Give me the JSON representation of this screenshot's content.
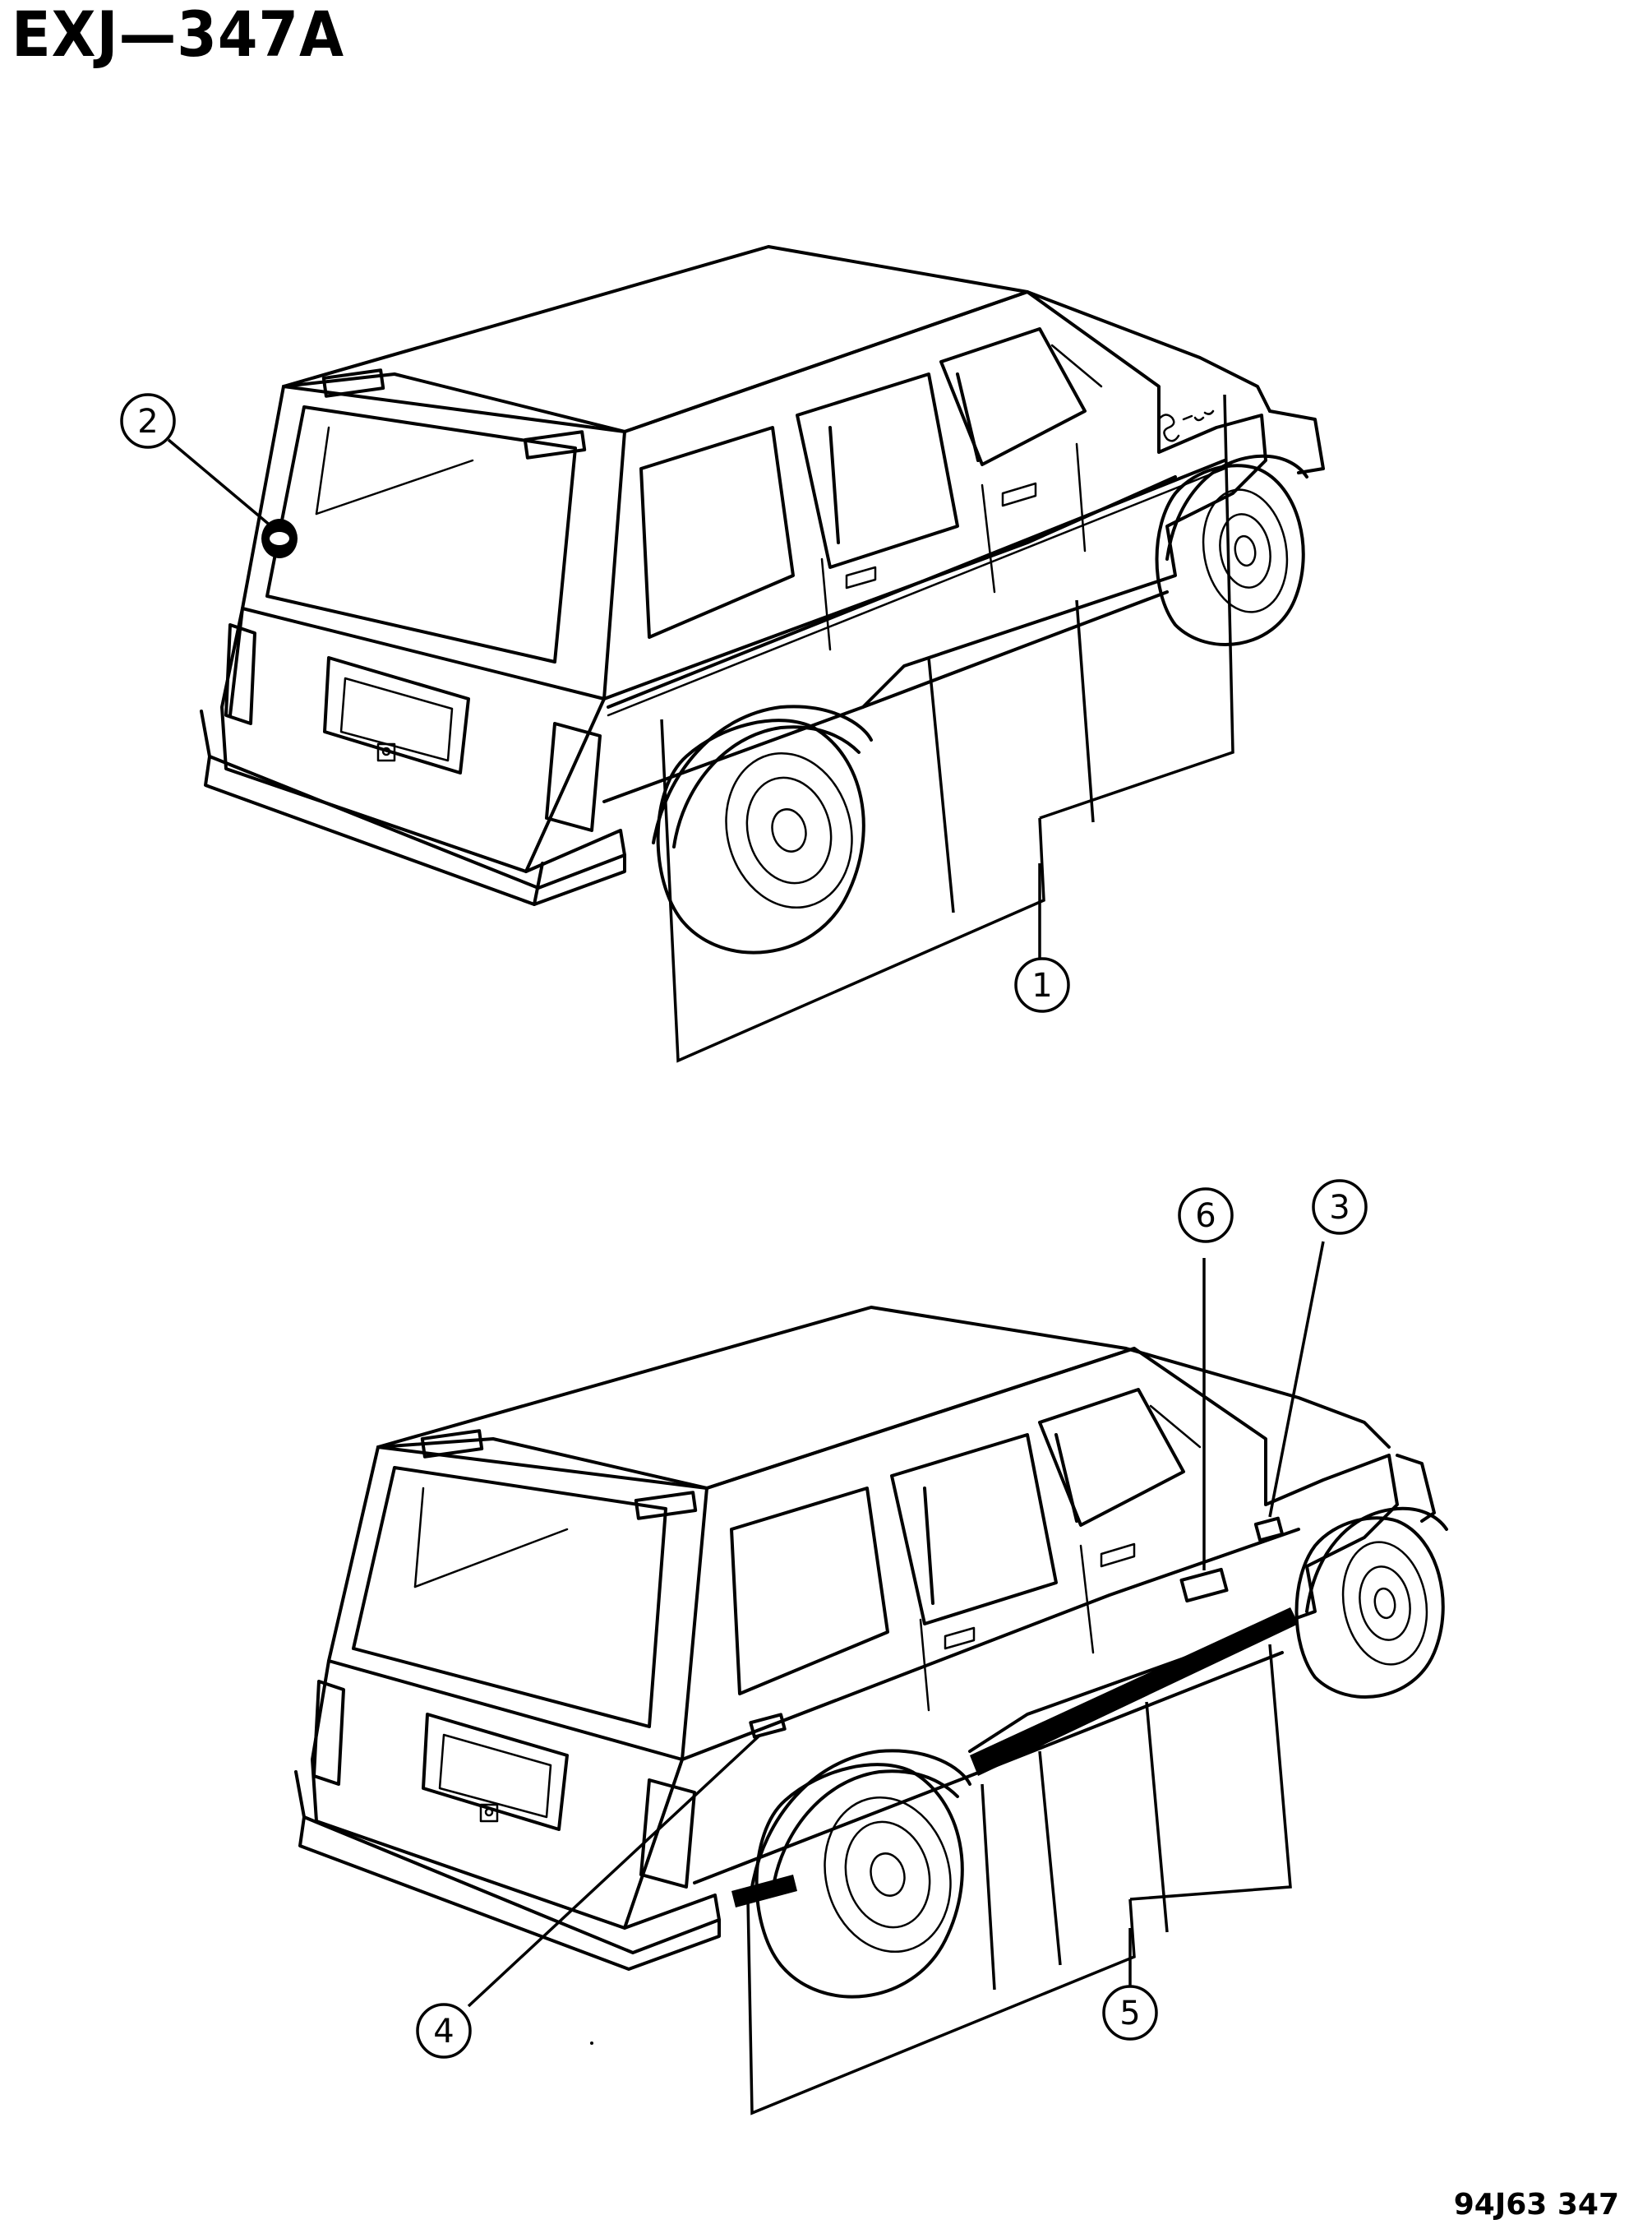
{
  "header": {
    "diagram_code": "EXJ—347A"
  },
  "footer": {
    "reference_code": "94J63  347"
  },
  "callouts": [
    {
      "id": "1"
    },
    {
      "id": "2"
    },
    {
      "id": "3"
    },
    {
      "id": "4"
    },
    {
      "id": "5"
    },
    {
      "id": "6"
    }
  ],
  "icons": {
    "vehicle_top": "jeep-vehicle-rear-three-quarter-icon",
    "vehicle_bottom": "jeep-vehicle-rear-three-quarter-icon"
  }
}
